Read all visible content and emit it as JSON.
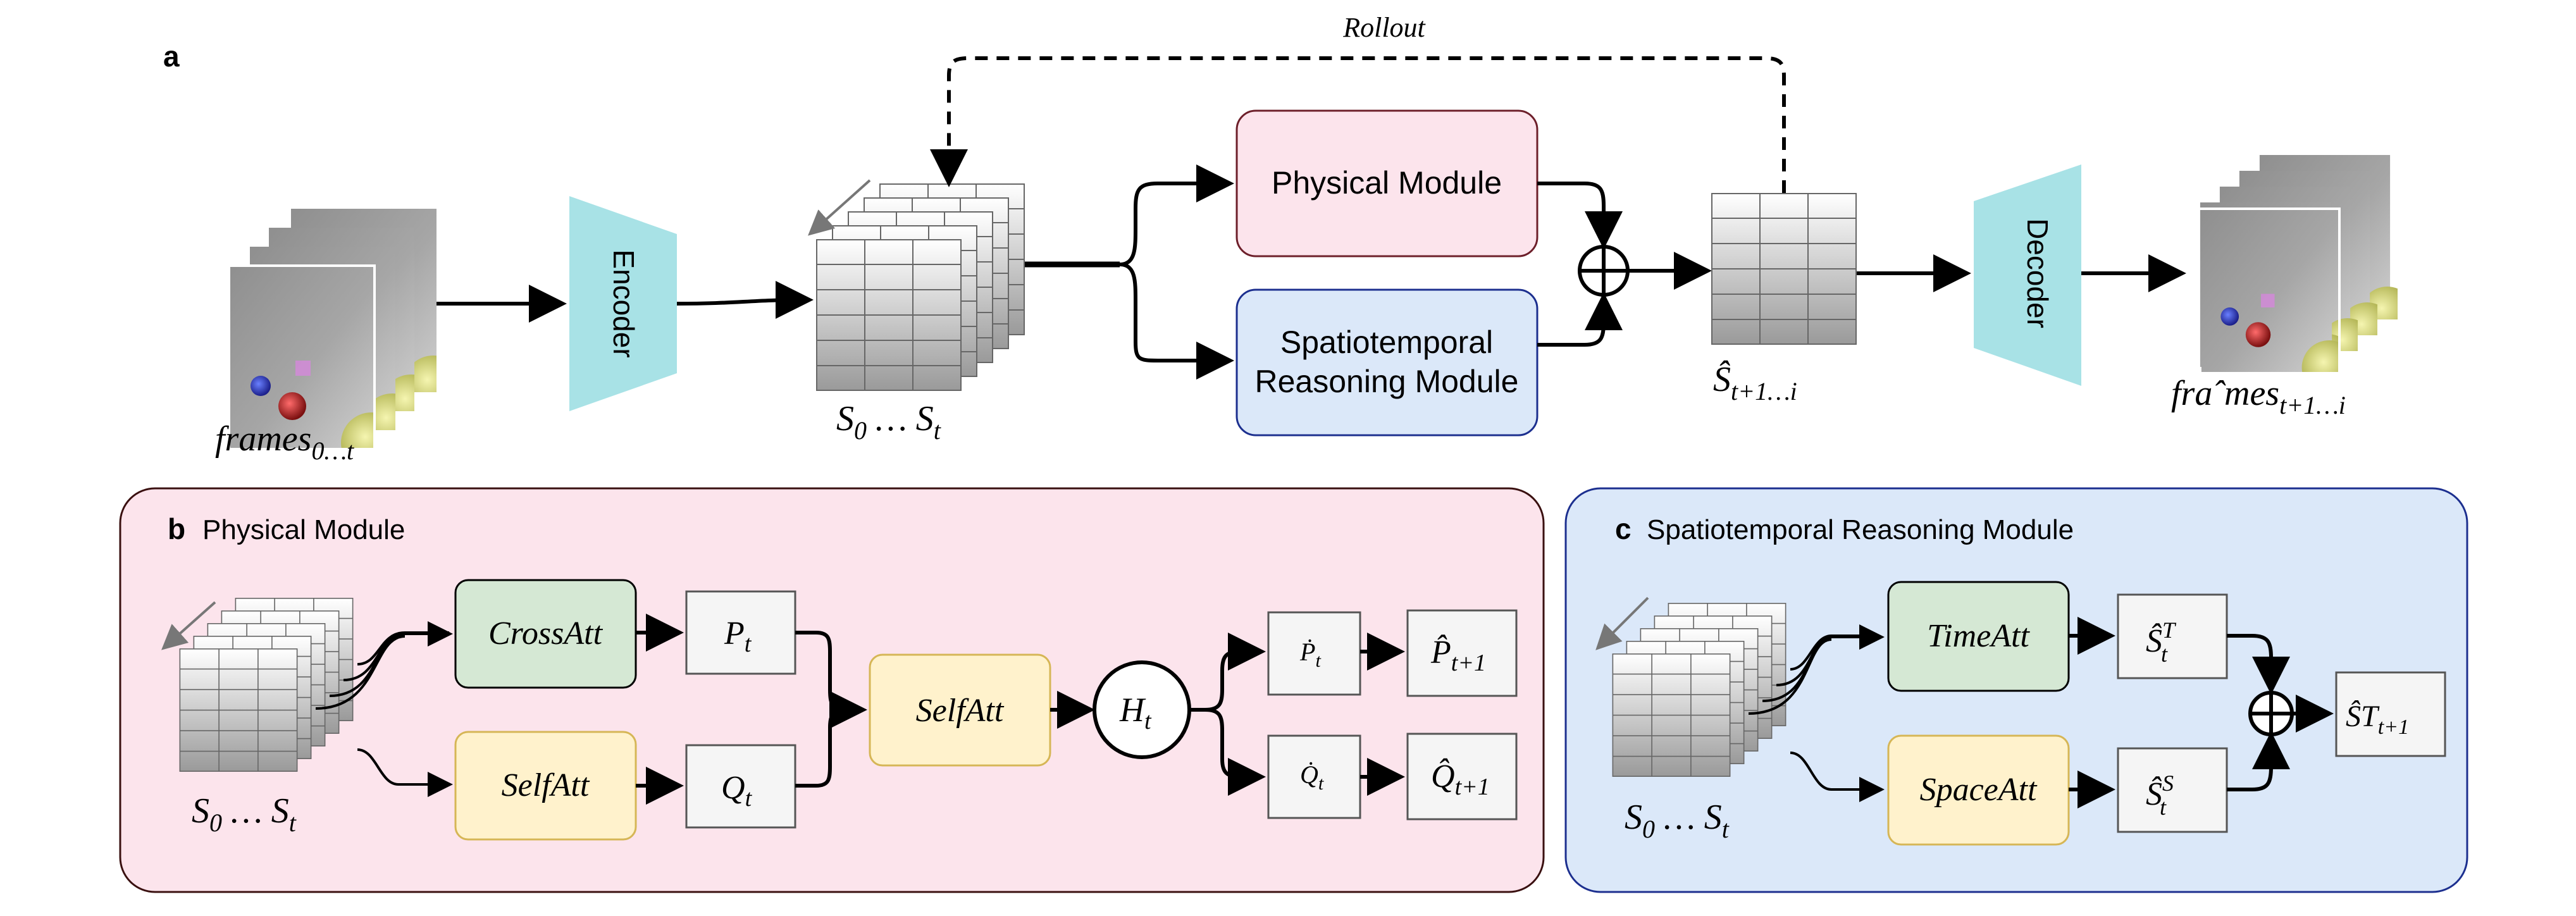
{
  "panel_a": {
    "letter": "a",
    "rollout_label": "Rollout",
    "encoder_label": "Encoder",
    "decoder_label": "Decoder",
    "physical_module_label": "Physical Module",
    "spatiotemporal_label_line1": "Spatiotemporal",
    "spatiotemporal_label_line2": "Reasoning Module",
    "frames_in": {
      "main": "frames",
      "sub": "0…t"
    },
    "states_label": {
      "s0": "S",
      "s0_sub": "0",
      "dots": " … ",
      "st": "S",
      "st_sub": "t"
    },
    "pred_states_label": {
      "main": "Ŝ",
      "sub": "t+1…i"
    },
    "frames_out": {
      "main": "fraˆmes",
      "sub": "t+1…i"
    }
  },
  "panel_b": {
    "letter": "b",
    "title": "Physical Module",
    "cross_att": "CrossAtt",
    "self_att_lower": "SelfAtt",
    "self_att_mid": "SelfAtt",
    "p_t": {
      "main": "P",
      "sub": "t"
    },
    "q_t": {
      "main": "Q",
      "sub": "t"
    },
    "h_t": {
      "main": "H",
      "sub": "t"
    },
    "p_dot": {
      "main": "Ṗ",
      "sub": "t"
    },
    "q_dot": {
      "main": "Q̇",
      "sub": "t"
    },
    "p_hat": {
      "main": "P̂",
      "sub": "t+1"
    },
    "q_hat": {
      "main": "Q̂",
      "sub": "t+1"
    },
    "states_label": {
      "s0": "S",
      "s0_sub": "0",
      "dots": " … ",
      "st": "S",
      "st_sub": "t"
    }
  },
  "panel_c": {
    "letter": "c",
    "title": "Spatiotemporal Reasoning Module",
    "time_att": "TimeAtt",
    "space_att": "SpaceAtt",
    "s_t_T": {
      "main": "Ŝ",
      "sup": "T",
      "sub": "t"
    },
    "s_t_S": {
      "main": "Ŝ",
      "sup": "S",
      "sub": "t"
    },
    "st_out": {
      "main": "ŜT",
      "sub": "t+1"
    },
    "states_label": {
      "s0": "S",
      "s0_sub": "0",
      "dots": " … ",
      "st": "S",
      "st_sub": "t"
    }
  },
  "colors": {
    "physical_fill": "#fce4ec",
    "physical_border": "#6d1f2a",
    "spatio_fill": "#dbe8f9",
    "spatio_border": "#1c2f8f",
    "encoder_fill": "#a8e2e6",
    "cross_att_fill": "#d5e8d4",
    "self_att_fill": "#fff2cc",
    "self_att_border": "#d6b656",
    "box_fill": "#f5f5f5"
  }
}
